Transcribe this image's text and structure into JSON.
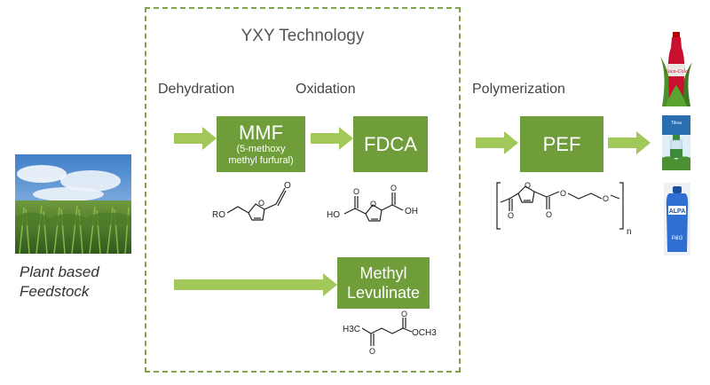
{
  "diagram": {
    "technology_title": "YXY Technology",
    "steps": {
      "dehydration": "Dehydration",
      "oxidation": "Oxidation",
      "polymerization": "Polymerization"
    },
    "boxes": {
      "mmf_title": "MMF",
      "mmf_sub_line1": "(5-methoxy",
      "mmf_sub_line2": "methyl furfural)",
      "fdca_title": "FDCA",
      "pef_title": "PEF",
      "ml_line1": "Methyl",
      "ml_line2": "Levulinate"
    },
    "feedstock": {
      "line1": "Plant based",
      "line2": "Feedstock"
    },
    "chemistry": {
      "mmf_ro": "RO",
      "fdca_ho_left": "HO",
      "fdca_oh_right": "OH",
      "ml_h3c": "H3C",
      "ml_och3": "OCH3",
      "pef_n": "n"
    },
    "products": {
      "bottle1_label": "Coca-Cola",
      "bottle2_label": "Tikva",
      "bottle3_label": "ALPA",
      "bottle3_brand": "P&G"
    },
    "colors": {
      "box_green": "#6e9d3a",
      "arrow_green": "#a3c85a",
      "frame_green": "#7fa24a"
    }
  }
}
